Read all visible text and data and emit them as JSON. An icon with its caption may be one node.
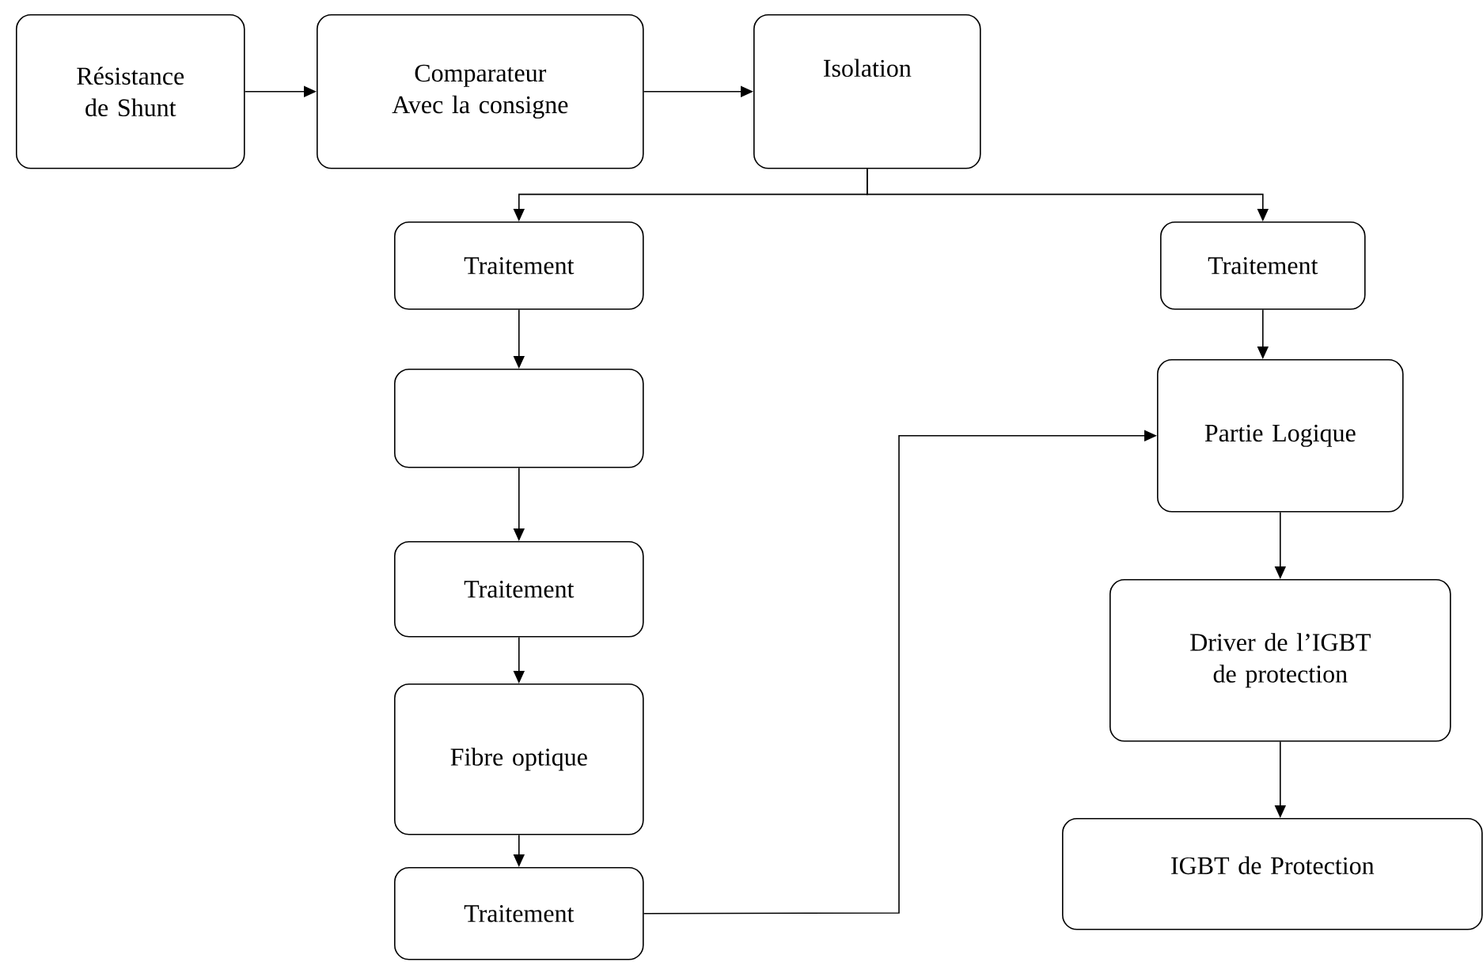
{
  "diagram": {
    "nodes": [
      {
        "text": [
          "Résistance de Shunt"
        ]
      },
      {
        "text": [
          "Comparateur Avec la consigne"
        ]
      },
      {
        "text": [
          "Isolation"
        ]
      },
      {
        "text": [
          "Traitement"
        ]
      },
      {
        "text": [],
        "shape": "box"
      },
      {
        "text": [
          "Traitement"
        ]
      },
      {
        "text": [
          "Fibre optique"
        ]
      },
      {
        "text": [
          "Traitement"
        ]
      },
      {
        "text": [
          "Traitement"
        ]
      },
      {
        "text": [
          "Partie Logique"
        ]
      },
      {
        "text": [
          "Driver de l’IGBT de protection"
        ]
      },
      {
        "text": [
          "IGBT de Protection"
        ]
      }
    ],
    "edges": [
      {
        "from": 0,
        "to": 1,
        "arrow": "to"
      },
      {
        "from": 1,
        "to": 2,
        "arrow": "to"
      },
      {
        "from": 2,
        "to": 3,
        "arrow": "to"
      },
      {
        "from": 2,
        "to": 8,
        "arrow": "to"
      },
      {
        "from": 3,
        "to": 4,
        "arrow": "to"
      },
      {
        "from": 4,
        "to": 5,
        "arrow": "to"
      },
      {
        "from": 5,
        "to": 6,
        "arrow": "to"
      },
      {
        "from": 6,
        "to": 7,
        "arrow": "to"
      },
      {
        "from": 7,
        "to": 9,
        "arrow": "to"
      },
      {
        "from": 8,
        "to": 9,
        "arrow": "to"
      },
      {
        "from": 9,
        "to": 10,
        "arrow": "to"
      },
      {
        "from": 10,
        "to": 11,
        "arrow": "to"
      }
    ]
  }
}
